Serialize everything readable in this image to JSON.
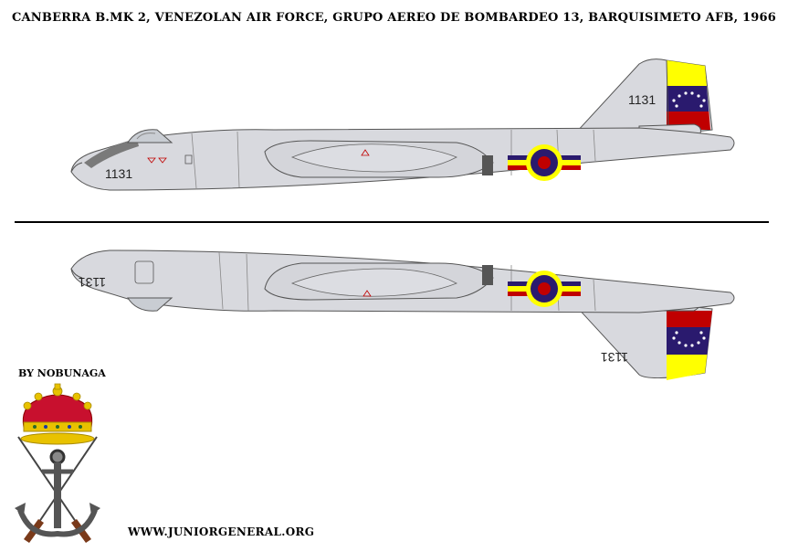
{
  "title": "CANBERRA B.MK 2, VENEZOLAN AIR FORCE, GRUPO AEREO DE BOMBARDEO 13, BARQUISIMETO AFB, 1966",
  "credit": "BY NOBUNAGA",
  "website": "WWW.JUNIORGENERAL.ORG",
  "aircraft": {
    "serial_top_nose": "1131",
    "serial_top_tail": "1131",
    "serial_bottom_nose": "1131",
    "serial_bottom_tail": "1131"
  },
  "colors": {
    "fuselage": "#d8d9de",
    "outline": "#555555",
    "flag_yellow": "#ffff00",
    "flag_blue": "#2a1a6e",
    "flag_red": "#c00000",
    "roundel_outer": "#ffff00",
    "roundel_mid": "#2a1a6e",
    "roundel_center": "#c00000",
    "stars": "#ffffff"
  }
}
